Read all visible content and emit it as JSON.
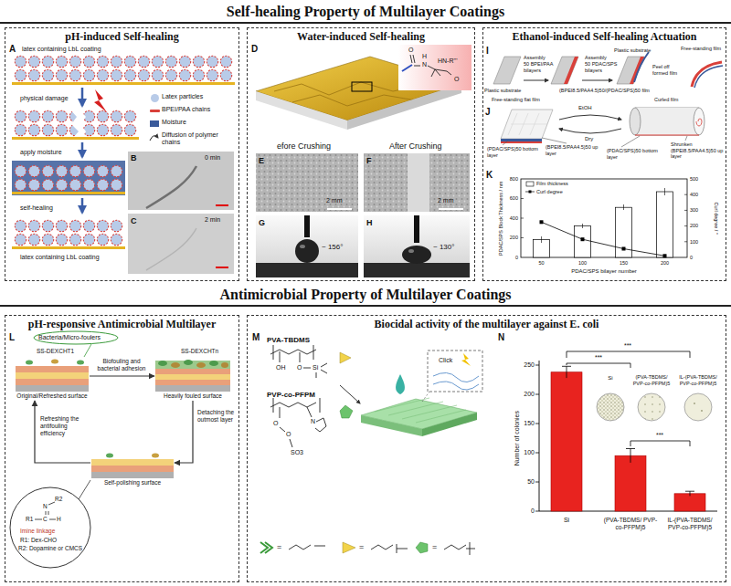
{
  "diagram": {
    "nodes": [
      {
        "text": [
          "pH-induced Self-healing"
        ]
      },
      {
        "text": [
          "Water-induced Self-healing"
        ]
      },
      {
        "text": [
          "Ethanol-induced Self-healing Actuation"
        ]
      },
      {
        "text": [
          "pH-responsive Antimicrobial Multilayer"
        ]
      },
      {
        "text": [
          "Biocidal activity of the multilayer against E. coli"
        ]
      },
      {
        "text": [
          "Original/Refreshed surface"
        ],
        "in": 3
      },
      {
        "text": [
          "Heavily fouled surface"
        ],
        "in": 3
      },
      {
        "text": [
          "Self-polishing surface"
        ],
        "in": 3
      }
    ],
    "edges": [
      {
        "from": 5,
        "to": 6,
        "arrow": "to",
        "label": "Biofouling and bacterial adhesion"
      },
      {
        "from": 6,
        "to": 7,
        "arrow": "to",
        "label": "Detaching the outmost layer"
      },
      {
        "from": 7,
        "to": 5,
        "arrow": "to",
        "label": "Refreshing the antifouling efficiency"
      }
    ],
    "labels": [
      "Self-healing Property of Multilayer Coatings",
      "Antimicrobial Property of Multilayer Coatings",
      "A",
      "latex containing LbL coating",
      "physical damage",
      "apply moisture",
      "self-healing",
      "latex containing LbL coating",
      "B",
      "0 min",
      "C",
      "2 min",
      "D",
      "O",
      "H",
      "N",
      "HN-R'''",
      "O",
      "efore Crushing",
      "After Crushing",
      "E",
      "F",
      "2 mm",
      "2 mm",
      "G",
      "H",
      "~ 156°",
      "~ 130°",
      "I",
      "Plastic substrate",
      "Assembly",
      "50 BPEI/PAA bilayers",
      "Assembly",
      "50 PDAC/SPS bilayers",
      "Plastic substrate",
      "Free-standing film",
      "Peel off formed film",
      "(BPEI8.5/PAA4.5)50/(PDAC/SPS)50 film",
      "J",
      "Free-standing flat film",
      "EtOH",
      "Dry",
      "Curled film",
      "(PDAC/SPS)50 bottom layer",
      "(BPEI8.5/PAA4.5)50 up layer",
      "(PDAC/SPS)50 bottom layer",
      "Shrunken (BPEI8.5/PAA4.5)50 up layer",
      "K",
      "PDAC/SPS Block Thickness / nm",
      "Curl degree / °",
      "0",
      "200",
      "400",
      "600",
      "800",
      "0",
      "100",
      "200",
      "300",
      "400",
      "500",
      "50",
      "100",
      "150",
      "200",
      "PDAC/SPS bilayer number",
      "Film thickness",
      "Curl degree",
      "L",
      "Bacteria/Micro-foulers",
      "SS-DEXCHT1",
      "SS-DEXCHTn",
      "R2",
      "N",
      "C",
      "R1",
      "H",
      "Imine linkage",
      "R1: Dex-CHO",
      "R2: Dopamine or CMCS",
      "M",
      "PVA-TBDMS",
      "OH",
      "O",
      "Si",
      "PVP-co-PFPM",
      "O",
      "O",
      "N",
      "SO3",
      "=",
      "=",
      "=",
      "Click",
      "N",
      "Number of colonies",
      "0",
      "50",
      "100",
      "150",
      "200",
      "250",
      "***",
      "***",
      "***",
      "Si",
      "(PVA-TBDMS/ PVP-co-PFPM)5",
      "IL-(PVA-TBDMS/ PVP-co-PFPM)5",
      "Si",
      "(PVA-TBDMS/ PVP-co-PFPM)5",
      "IL-(PVA-TBDMS/ PVP-co-PFPM)5"
    ],
    "legend": [
      {
        "text": "Latex particles",
        "color": "#b8cbe8"
      },
      {
        "text": "BPEI/PAA chains",
        "color": "#d9403a"
      },
      {
        "text": "Moisture",
        "color": "#3a5a9a"
      },
      {
        "text": "Diffusion of polymer chains"
      }
    ]
  }
}
